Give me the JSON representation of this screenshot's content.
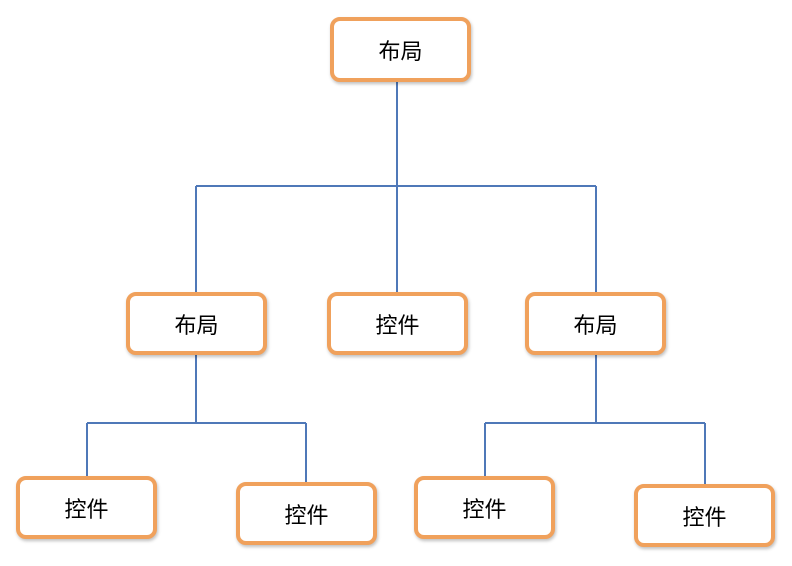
{
  "diagram": {
    "type": "tree",
    "connector_color": "#4f78b8",
    "node_border_color": "#f0a15c",
    "nodes": [
      {
        "id": "root",
        "label": "布局",
        "parent": null
      },
      {
        "id": "layout-left",
        "label": "布局",
        "parent": "root"
      },
      {
        "id": "control-middle",
        "label": "控件",
        "parent": "root"
      },
      {
        "id": "layout-right",
        "label": "布局",
        "parent": "root"
      },
      {
        "id": "control-left-1",
        "label": "控件",
        "parent": "layout-left"
      },
      {
        "id": "control-left-2",
        "label": "控件",
        "parent": "layout-left"
      },
      {
        "id": "control-right-1",
        "label": "控件",
        "parent": "layout-right"
      },
      {
        "id": "control-right-2",
        "label": "控件",
        "parent": "layout-right"
      }
    ]
  }
}
